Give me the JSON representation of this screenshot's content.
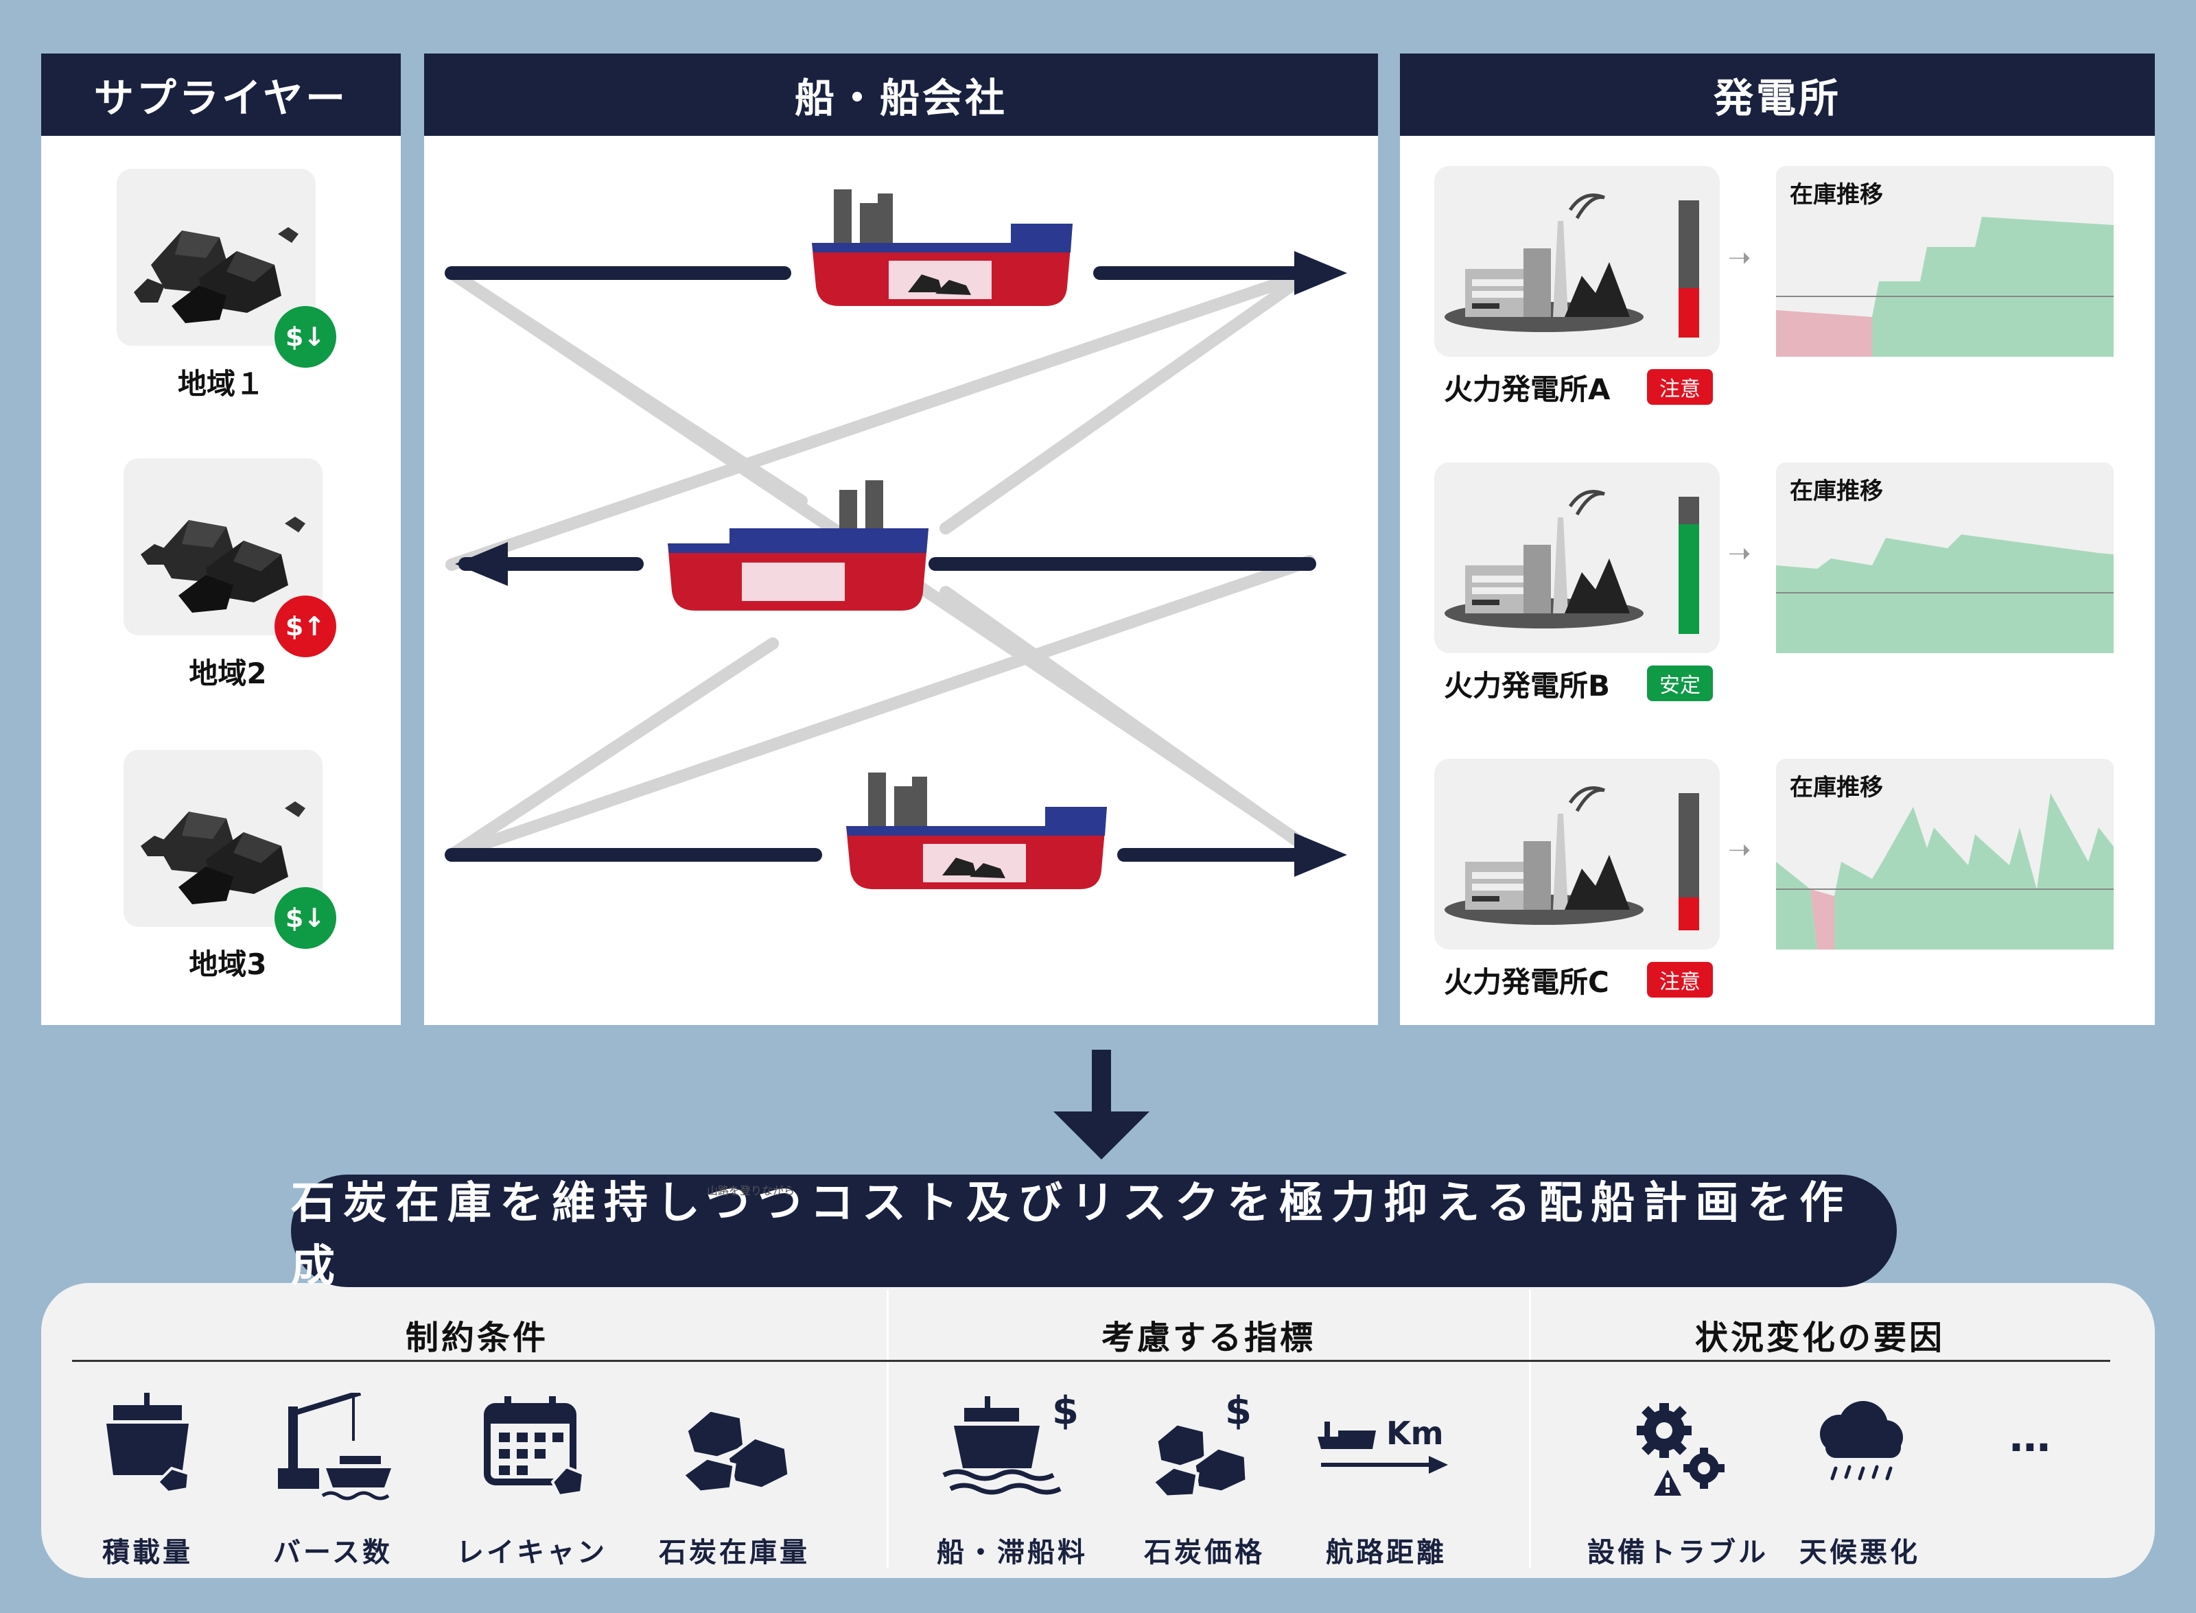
{
  "supplier": {
    "title": "サプライヤー",
    "regions": [
      {
        "label": "地域１",
        "price_trend": "down",
        "badge": "$↓"
      },
      {
        "label": "地域2",
        "price_trend": "up",
        "badge": "$↑"
      },
      {
        "label": "地域3",
        "price_trend": "down",
        "badge": "$↓"
      }
    ]
  },
  "shipping": {
    "title": "船・船会社"
  },
  "plants": {
    "title": "発電所",
    "items": [
      {
        "name": "火力発電所A",
        "status": "注意",
        "status_color": "#e0111f",
        "gauge_level": 0.36,
        "gauge_color": "#e0111f",
        "chart_title": "在庫推移"
      },
      {
        "name": "火力発電所B",
        "status": "安定",
        "status_color": "#0f9a46",
        "gauge_level": 0.8,
        "gauge_color": "#0f9a46",
        "chart_title": "在庫推移"
      },
      {
        "name": "火力発電所C",
        "status": "注意",
        "status_color": "#e0111f",
        "gauge_level": 0.24,
        "gauge_color": "#e0111f",
        "chart_title": "在庫推移"
      }
    ]
  },
  "banner": {
    "text": "石炭在庫を維持しつつコスト及びリスクを極力抑える配船計画を作成",
    "tiny_note": "山路を登りながら"
  },
  "factors": {
    "sections": [
      {
        "title": "制約条件",
        "items": [
          {
            "label": "積載量",
            "icon": "ship-coal-icon"
          },
          {
            "label": "バース数",
            "icon": "berth-crane-icon"
          },
          {
            "label": "レイキャン",
            "icon": "calendar-icon"
          },
          {
            "label": "石炭在庫量",
            "icon": "coal-pile-icon"
          }
        ]
      },
      {
        "title": "考慮する指標",
        "items": [
          {
            "label": "船・滞船料",
            "icon": "ship-cost-icon"
          },
          {
            "label": "石炭価格",
            "icon": "coal-price-icon"
          },
          {
            "label": "航路距離",
            "icon": "route-distance-icon",
            "unit": "Km"
          }
        ]
      },
      {
        "title": "状況変化の要因",
        "items": [
          {
            "label": "設備トラブル",
            "icon": "equipment-trouble-icon"
          },
          {
            "label": "天候悪化",
            "icon": "bad-weather-icon"
          },
          {
            "label": "…",
            "icon": "more-icon"
          }
        ]
      }
    ]
  },
  "colors": {
    "navy": "#19213f",
    "background": "#9bb8cf",
    "alert_red": "#e0111f",
    "stable_green": "#0f9a46",
    "ship_hull": "#c8192c",
    "ship_stripe": "#2b3990",
    "chart_green": "#a8d8bc",
    "chart_pink": "#e6b5bd"
  }
}
